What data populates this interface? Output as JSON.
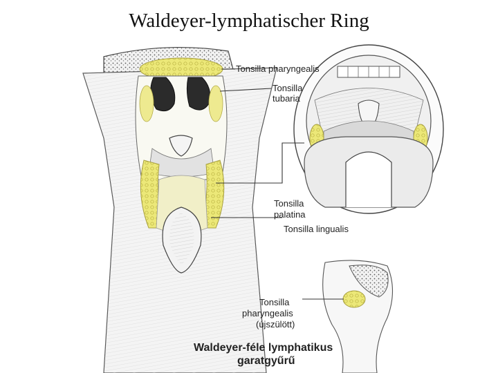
{
  "title": "Waldeyer-lymphatischer Ring",
  "labels": {
    "pharyngealis": "Tonsilla pharyngealis",
    "tubaria_1": "Tonsilla",
    "tubaria_2": "tubaria",
    "palatina_1": "Tonsilla",
    "palatina_2": "palatina",
    "lingualis": "Tonsilla lingualis",
    "newborn_1": "Tonsilla",
    "newborn_2": "pharyngealis",
    "newborn_3": "(újszülött)"
  },
  "caption": {
    "line1": "Waldeyer-féle lymphatikus",
    "line2": "garatgyűrű"
  },
  "colors": {
    "tonsil": "#ece878",
    "line": "#333333",
    "cavity": "#2b2b2b"
  }
}
